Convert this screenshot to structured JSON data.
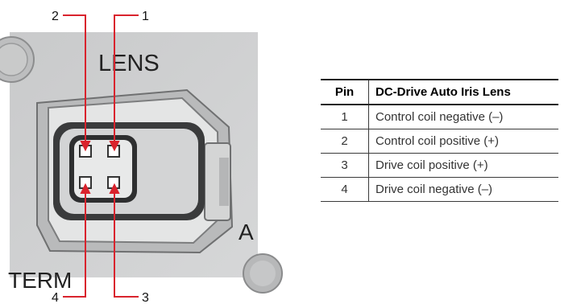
{
  "diagram": {
    "photo_labels": {
      "lens": "LENS",
      "side_letter": "A",
      "term": "TERM"
    },
    "callouts": [
      "2",
      "1",
      "4",
      "3"
    ],
    "colors": {
      "callout_line": "#d9232d",
      "panel": "#cfd0d1",
      "connector": "#e3e4e4"
    }
  },
  "table": {
    "headers": {
      "pin": "Pin",
      "function": "DC-Drive Auto Iris Lens"
    },
    "rows": [
      {
        "pin": "1",
        "function": "Control coil negative (–)"
      },
      {
        "pin": "2",
        "function": "Control coil positive (+)"
      },
      {
        "pin": "3",
        "function": "Drive coil positive (+)"
      },
      {
        "pin": "4",
        "function": "Drive coil negative (–)"
      }
    ]
  }
}
